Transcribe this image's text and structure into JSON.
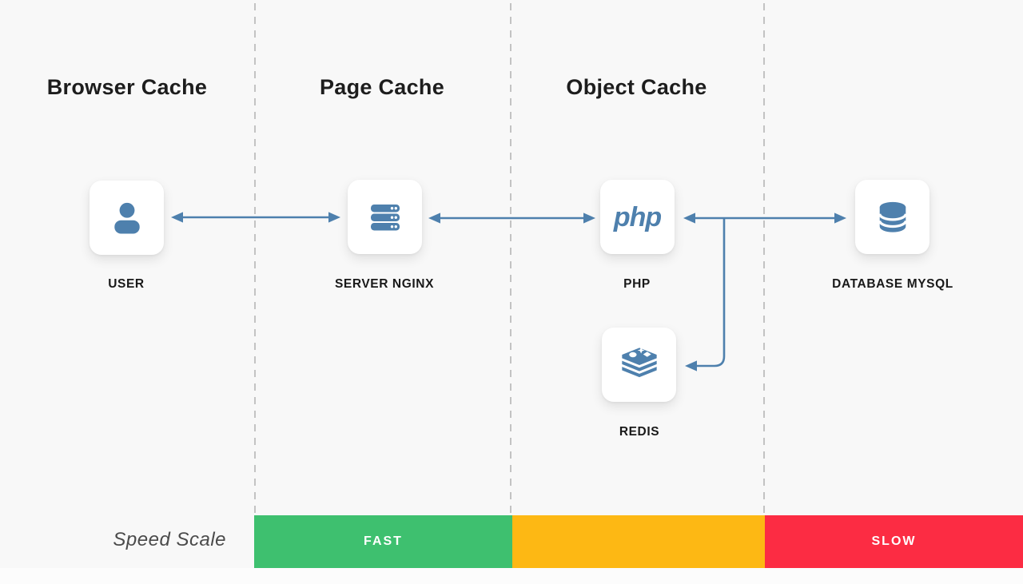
{
  "sections": [
    {
      "label": "Browser Cache"
    },
    {
      "label": "Page Cache"
    },
    {
      "label": "Object Cache"
    }
  ],
  "nodes": {
    "user": {
      "label": "USER"
    },
    "server": {
      "label": "SERVER NGINX"
    },
    "php": {
      "label": "PHP",
      "logo_text": "php"
    },
    "database": {
      "label": "DATABASE MYSQL"
    },
    "redis": {
      "label": "REDIS"
    }
  },
  "edges": [
    {
      "from": "user",
      "to": "server",
      "bidirectional": true
    },
    {
      "from": "server",
      "to": "php",
      "bidirectional": true
    },
    {
      "from": "php",
      "to": "database",
      "bidirectional": true
    },
    {
      "from": "php-database-link",
      "to": "redis",
      "bidirectional": false
    }
  ],
  "speed_scale": {
    "label": "Speed Scale",
    "segments": [
      {
        "label": "FAST",
        "color": "#3ec06f"
      },
      {
        "label": "",
        "color": "#fdb814"
      },
      {
        "label": "SLOW",
        "color": "#fc2c43"
      }
    ]
  },
  "colors": {
    "accent_blue": "#4e80ad",
    "dashed_line": "#c3c3c3",
    "background": "#f8f8f8"
  }
}
